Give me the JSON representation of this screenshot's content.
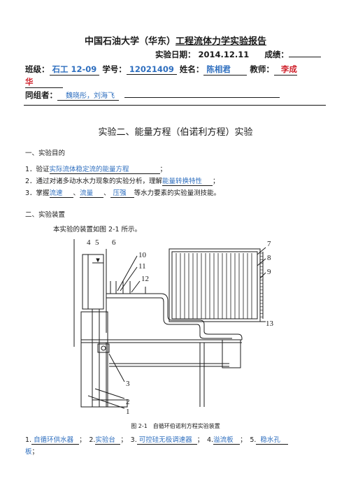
{
  "report": {
    "title_prefix": "中国石油大学（华东）",
    "title_main": "工程流体力学实验报告",
    "date_label": "实验日期：",
    "date_value": "2014.12.11",
    "score_label": "成绩：",
    "class_label": "班级：",
    "class_value": "石工 12-09",
    "id_label": "学号：",
    "id_value": "12021409",
    "name_label": "姓名：",
    "name_value": "陈相君",
    "teacher_label": "教师：",
    "teacher_value_1": "李成",
    "teacher_value_2": "华",
    "group_label": "同组者：",
    "group_value": "魏晓彤，刘海飞"
  },
  "experiment": {
    "title": "实验二、能量方程（伯诺利方程）实验",
    "sec1_title": "一、实验目的",
    "p1_prefix": "1．验证",
    "p1_blank": "实际流体稳定流的能量方程",
    "p1_suffix": "；",
    "p2_prefix": "2．通过对诸多动水水力现象的实验分析，理解",
    "p2_blank": "能量转换特性",
    "p2_suffix": "；",
    "p3_prefix": "3．掌握",
    "p3_b1": "流速",
    "p3_sep1": "、",
    "p3_b2": "流量",
    "p3_sep2": "、",
    "p3_b3": "压强",
    "p3_suffix": "等水力要素的实验量测技能。",
    "sec2_title": "二、实验装置",
    "sec2_intro": "本实验的装置如图 2-1 所示。",
    "figure_caption": "图 2-1　自循环伯诺利方程实验装置",
    "parts_1": "1.",
    "parts_1v": "自循环供水器",
    "parts_2": "；　2.",
    "parts_2v": "实验台",
    "parts_3": "；　3.",
    "parts_3v": "可控硅无极调速器",
    "parts_4": "；　4.",
    "parts_4v": "溢流板",
    "parts_5": "；　5.",
    "parts_5v": "稳水孔",
    "parts_cont": "板",
    "parts_end": "；"
  },
  "figure_labels": {
    "n1": "1",
    "n2": "2",
    "n3": "3",
    "n4": "4",
    "n5": "5",
    "n6": "6",
    "n7": "7",
    "n8": "8",
    "n9": "9",
    "n10": "10",
    "n11": "11",
    "n12": "12",
    "n13": "13"
  }
}
